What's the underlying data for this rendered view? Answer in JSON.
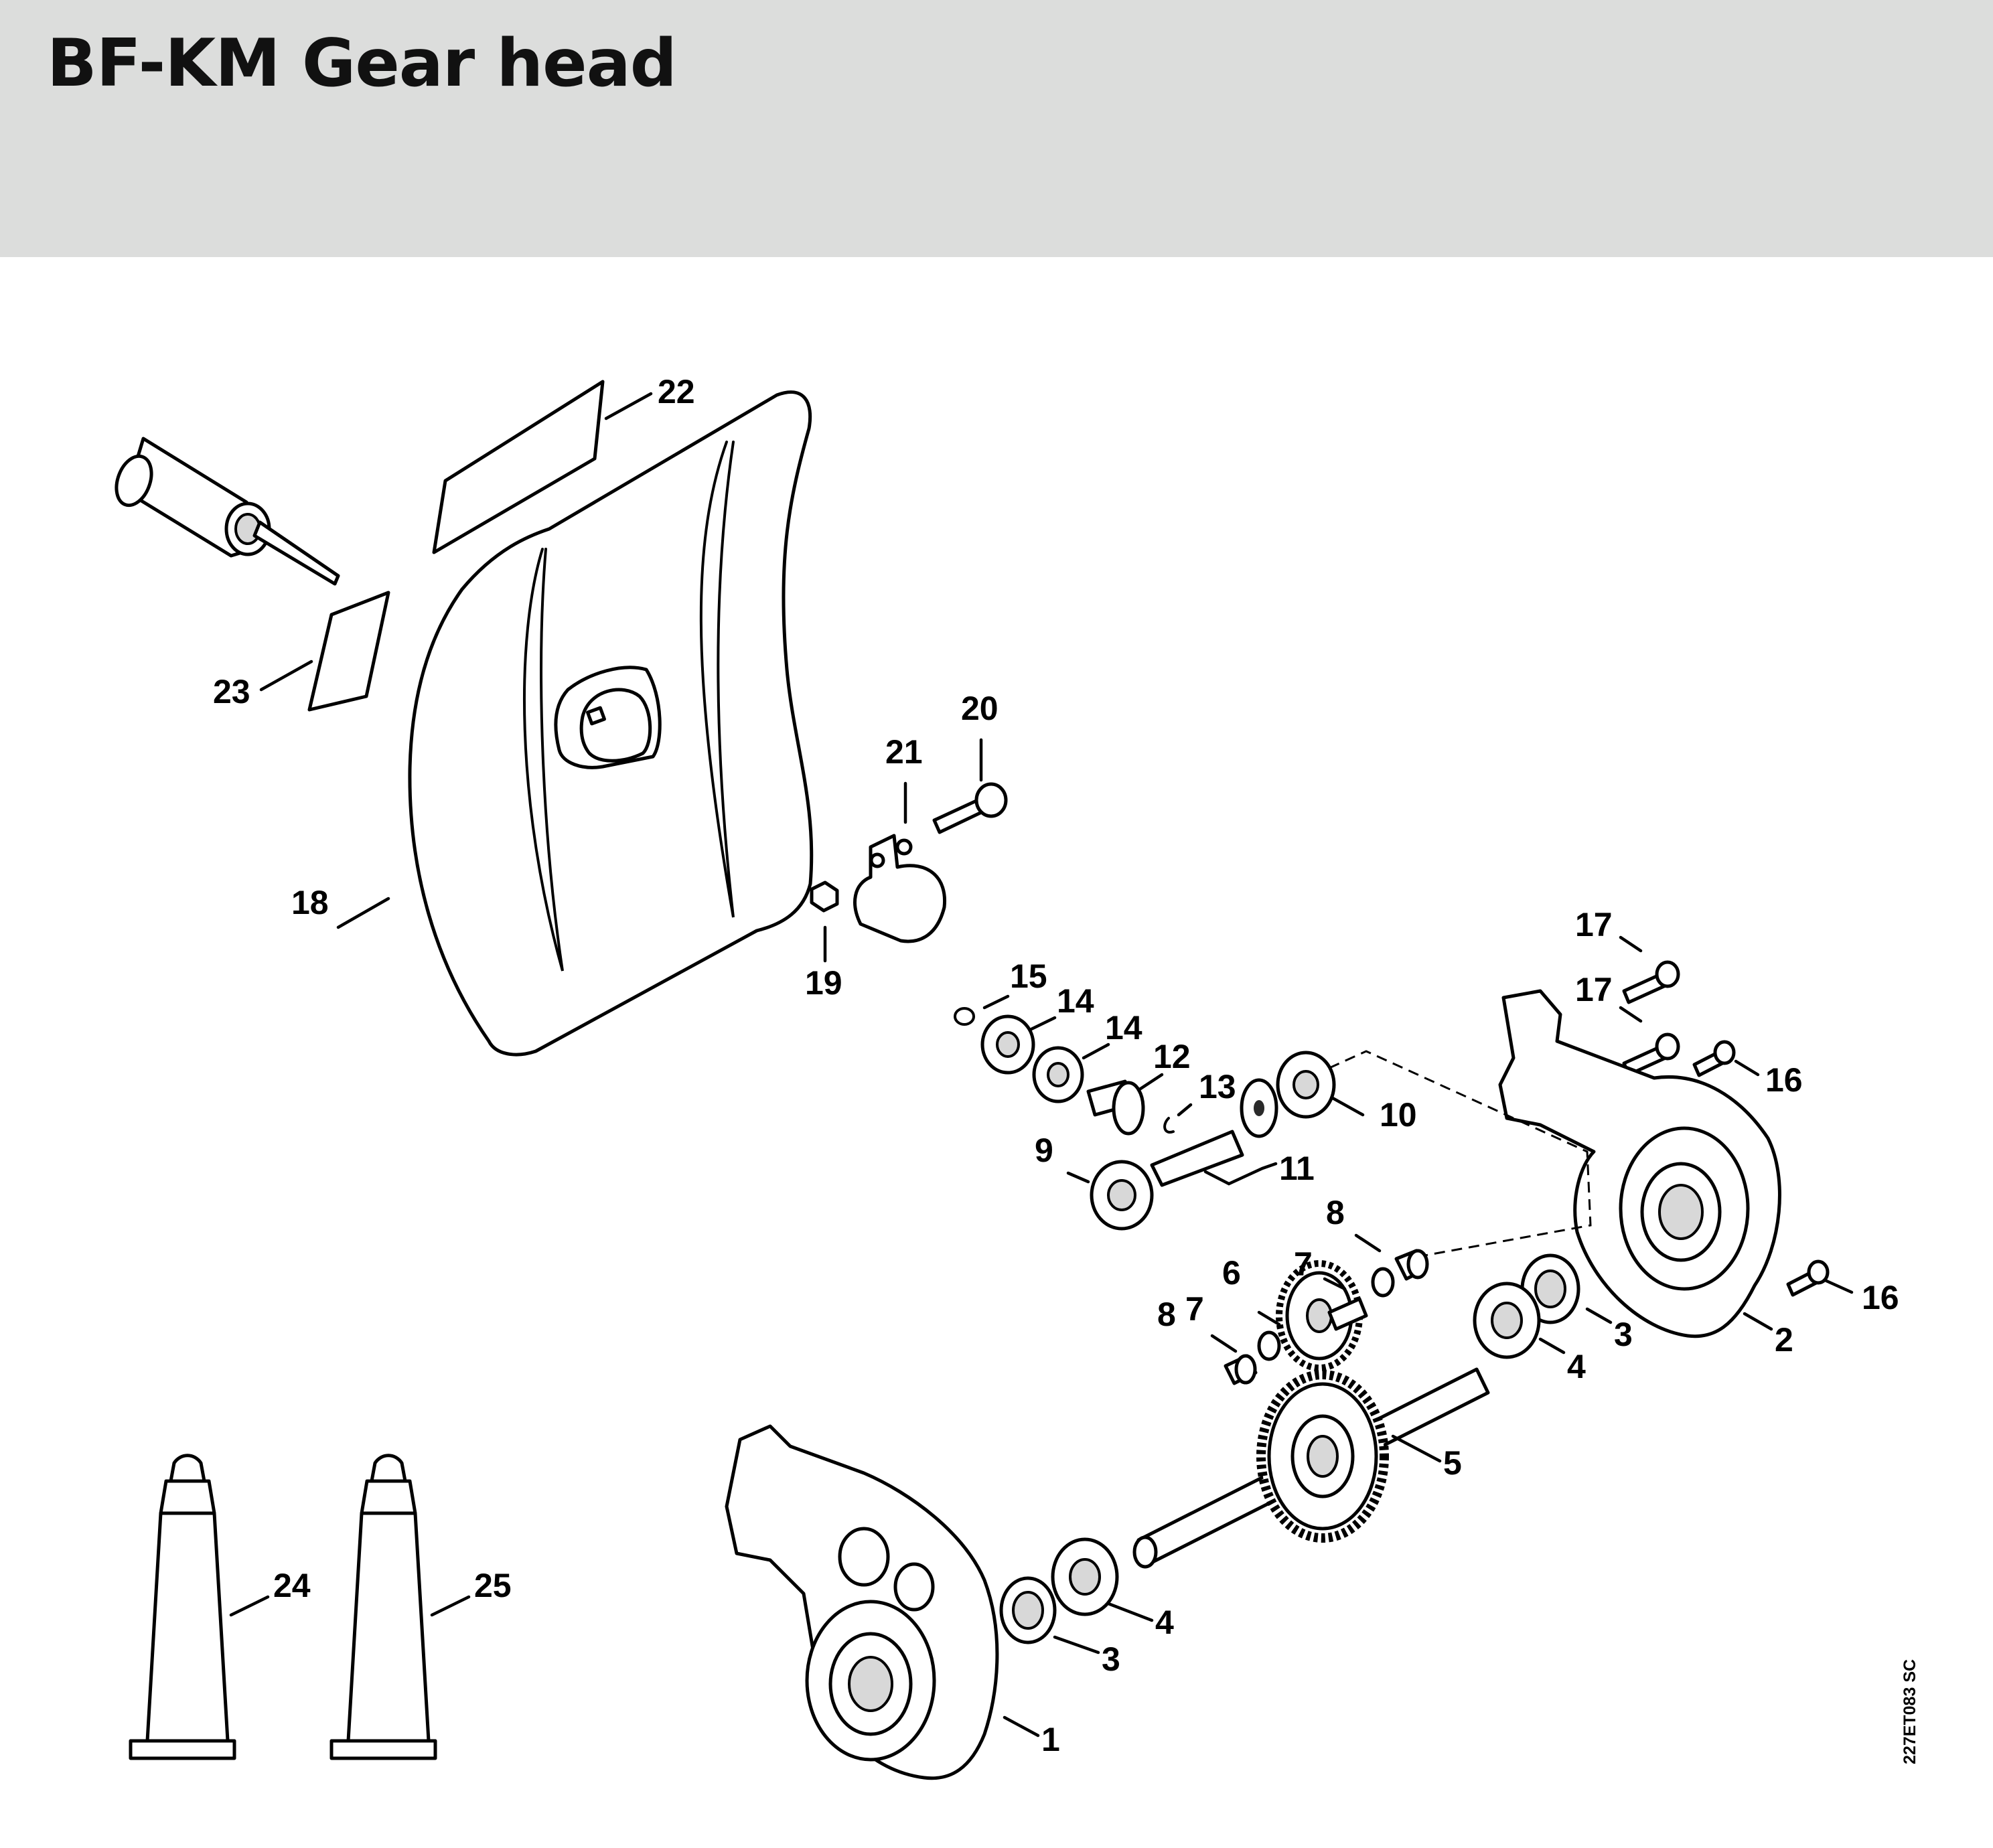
{
  "header": {
    "title": "BF-KM Gear head",
    "background": "#dcdddc"
  },
  "diagram": {
    "drawing_code": "227ET083 SC",
    "callouts": [
      {
        "id": "1",
        "part": "gearbox-housing-half"
      },
      {
        "id": "2",
        "part": "gearbox-cover-half"
      },
      {
        "id": "3a",
        "label": "3",
        "part": "shaft-seal"
      },
      {
        "id": "3b",
        "label": "3",
        "part": "shaft-seal"
      },
      {
        "id": "4a",
        "label": "4",
        "part": "ball-bearing"
      },
      {
        "id": "4b",
        "label": "4",
        "part": "ball-bearing"
      },
      {
        "id": "5",
        "part": "output-shaft-with-gear"
      },
      {
        "id": "6",
        "part": "intermediate-gear"
      },
      {
        "id": "7a",
        "label": "7",
        "part": "washer"
      },
      {
        "id": "7b",
        "label": "7",
        "part": "washer"
      },
      {
        "id": "8a",
        "label": "8",
        "part": "needle-sleeve"
      },
      {
        "id": "8b",
        "label": "8",
        "part": "needle-sleeve"
      },
      {
        "id": "9",
        "part": "ball-bearing"
      },
      {
        "id": "10",
        "part": "ball-bearing"
      },
      {
        "id": "11",
        "part": "bevel-gear-set"
      },
      {
        "id": "12",
        "part": "bevel-pinion"
      },
      {
        "id": "13",
        "part": "snap-ring"
      },
      {
        "id": "14a",
        "label": "14",
        "part": "ball-bearing"
      },
      {
        "id": "14b",
        "label": "14",
        "part": "ball-bearing"
      },
      {
        "id": "15",
        "part": "circlip"
      },
      {
        "id": "16a",
        "label": "16",
        "part": "screw"
      },
      {
        "id": "16b",
        "label": "16",
        "part": "screw"
      },
      {
        "id": "17a",
        "label": "17",
        "part": "screw"
      },
      {
        "id": "17b",
        "label": "17",
        "part": "screw"
      },
      {
        "id": "18",
        "part": "deflector-shield"
      },
      {
        "id": "19",
        "part": "hex-nut"
      },
      {
        "id": "20",
        "part": "screw"
      },
      {
        "id": "21",
        "part": "clamp"
      },
      {
        "id": "22",
        "part": "label"
      },
      {
        "id": "23",
        "part": "label"
      },
      {
        "id": "24",
        "part": "grease-tube"
      },
      {
        "id": "25",
        "part": "grease-tube"
      }
    ]
  }
}
